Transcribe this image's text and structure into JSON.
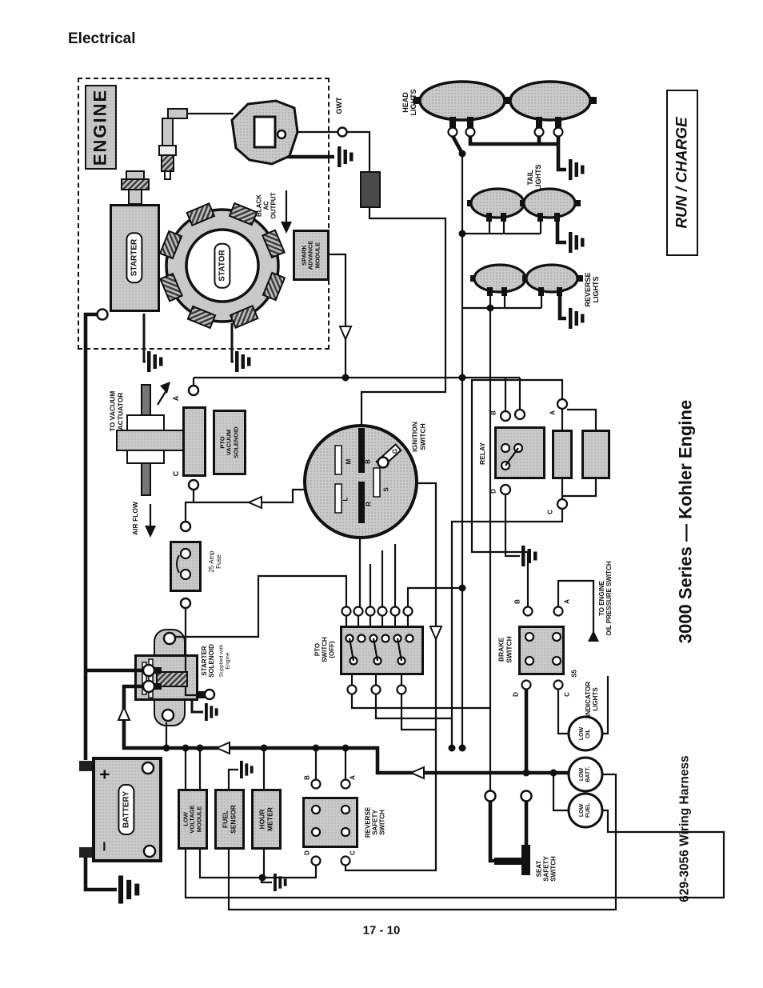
{
  "page": {
    "heading": "Electrical",
    "number": "17 - 10"
  },
  "titles": {
    "run_charge": "RUN / CHARGE",
    "series": "3000 Series — Kohler Engine",
    "harness": "629-3056 Wiring Harness"
  },
  "engine": {
    "label": "ENGINE",
    "gwt": "GWT",
    "starter": "STARTER",
    "stator": "STATOR",
    "spark_module": "SPARK\nADVANCE\nMODULE",
    "ac_output": "BLACK\nAC\nOUTPUT"
  },
  "lights": {
    "head": "HEAD\nLIGHTS",
    "tail": "TAIL\nLIGHTS",
    "reverse": "REVERSE\nLIGHTS"
  },
  "vacuum": {
    "to_actuator": "TO VACUUM\nACTUATOR",
    "air_flow": "AIR FLOW",
    "solenoid": "PTO\nVACUUM\nSOLENOID",
    "a": "A",
    "c": "C"
  },
  "fuse": {
    "label": "25 Amp\nFuse"
  },
  "ignition": {
    "label": "IGNITION\nSWITCH",
    "m": "M",
    "b": "B",
    "g": "G",
    "s": "S",
    "l": "L",
    "r": "R"
  },
  "relay": {
    "label": "RELAY",
    "b": "B",
    "a": "A",
    "d": "D",
    "c": "C"
  },
  "pto": {
    "label": "PTO\nSWITCH\n(OFF)"
  },
  "brake": {
    "label": "BRAKE\nSWITCH",
    "b": "B",
    "a": "A",
    "d": "D",
    "c": "C",
    "s5": "S5"
  },
  "notes": {
    "oil_pressure": "TO ENGINE\nOIL PRESSURE SWITCH"
  },
  "indicators": {
    "label": "INDICATOR\nLIGHTS",
    "low_oil": "LOW\nOIL",
    "low_batt": "LOW\nBATT.",
    "low_fuel": "LOW\nFUEL"
  },
  "solenoid": {
    "label": "STARTER\nSOLENOID",
    "note": "Supplied with\nEngine"
  },
  "battery": {
    "label": "BATTERY",
    "plus": "+",
    "minus": "–"
  },
  "modules": {
    "low_voltage": "LOW\nVOLTAGE\nMODULE",
    "fuel_sensor": "FUEL\nSENSOR",
    "hour_meter": "HOUR\nMETER"
  },
  "safety": {
    "reverse": "REVERSE\nSAFETY\nSWITCH",
    "seat": "SEAT\nSAFETY\nSWITCH",
    "b": "B",
    "a": "A",
    "d": "D",
    "c": "C"
  },
  "colors": {
    "ink": "#111111",
    "component_fill": "#c9c9c9"
  }
}
